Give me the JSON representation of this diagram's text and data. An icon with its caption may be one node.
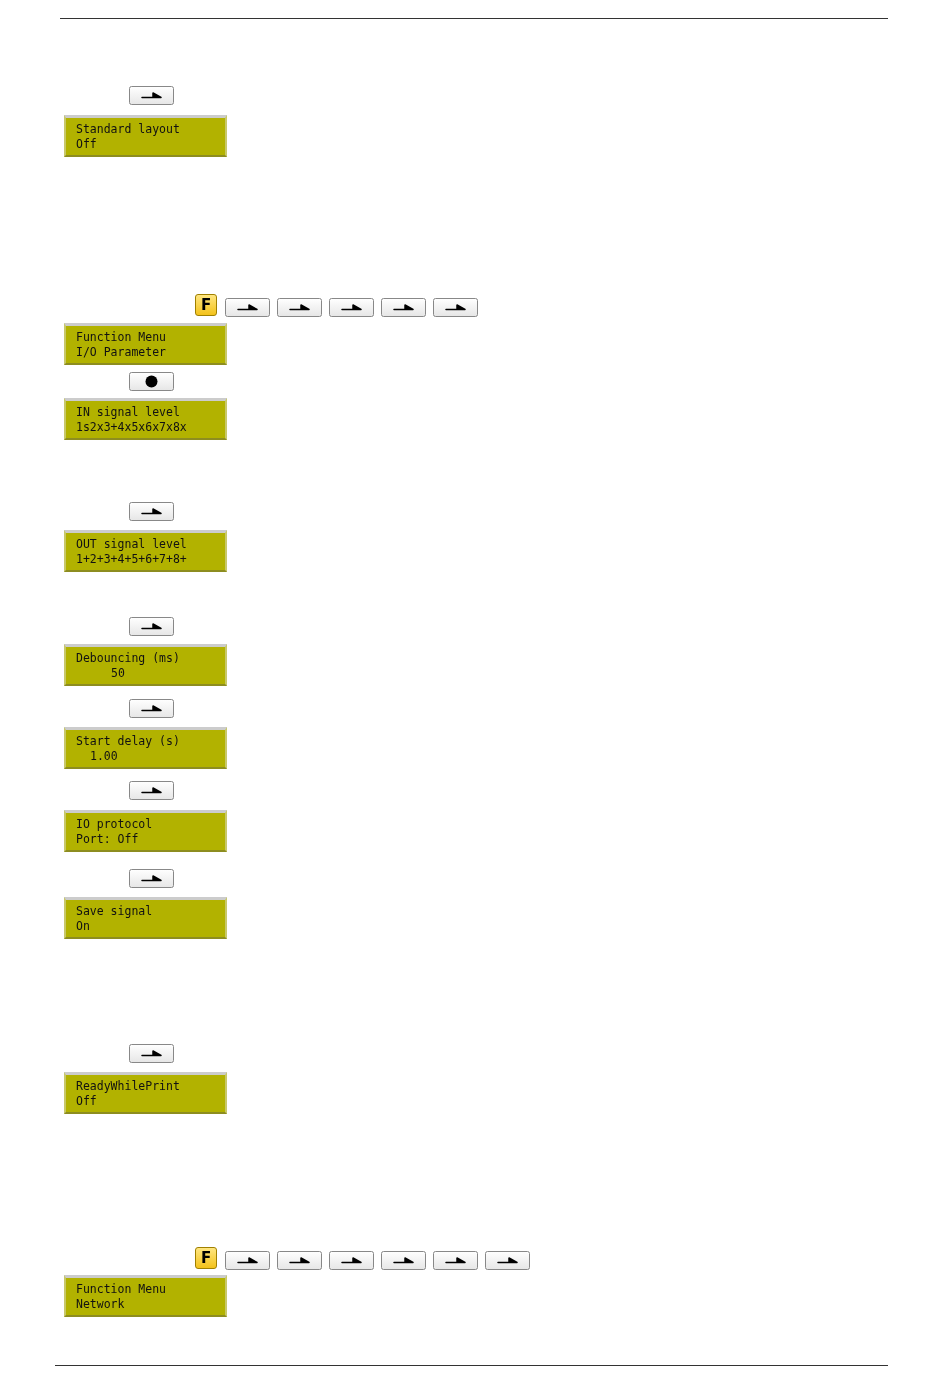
{
  "diagram": {
    "nodes": [
      {
        "text": [
          "Standard layout",
          "Off"
        ]
      },
      {
        "text": [
          "Function Menu",
          "I/O Parameter"
        ]
      },
      {
        "text": [
          "IN signal level",
          "1s2x3+4x5x6x7x8x"
        ]
      },
      {
        "text": [
          "OUT signal level",
          "1+2+3+4+5+6+7+8+"
        ]
      },
      {
        "text": [
          "Debouncing (ms)",
          "50"
        ]
      },
      {
        "text": [
          "Start delay (s)",
          "1.00"
        ]
      },
      {
        "text": [
          "IO protocol",
          "Port: Off"
        ]
      },
      {
        "text": [
          "Save signal",
          "On"
        ]
      },
      {
        "text": [
          "ReadyWhilePrint",
          "Off"
        ]
      },
      {
        "text": [
          "Function Menu",
          "Network"
        ]
      }
    ],
    "labels": [
      "F",
      "F"
    ]
  }
}
